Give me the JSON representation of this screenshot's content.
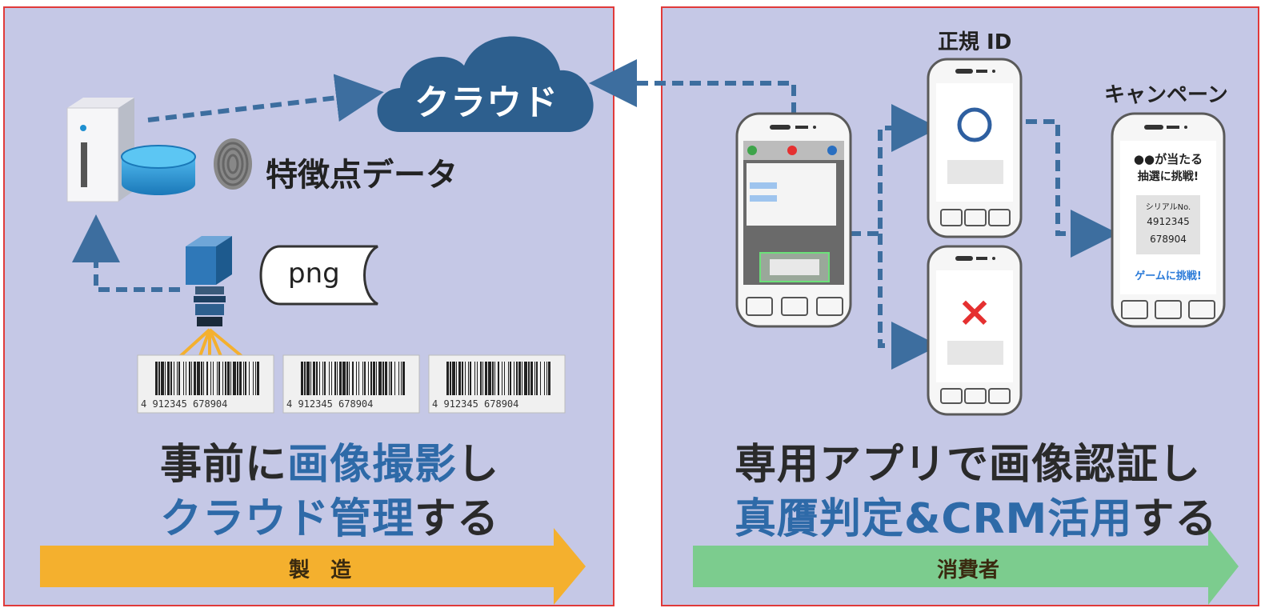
{
  "left": {
    "cloud_label": "クラウド",
    "feature_label": "特徴点データ",
    "png_label": "png",
    "headline_1": {
      "a": "事前に",
      "b": "画像撮影",
      "c": "し"
    },
    "headline_2": {
      "a": "クラウド管理",
      "b": "する"
    },
    "arrow_label": "製　造",
    "barcode_number": "4 912345 678904"
  },
  "right": {
    "genuine_title": "正規 ID",
    "campaign_title": "キャンペーン",
    "ok_mark": "○",
    "ng_mark": "×",
    "campaign": {
      "line1": "●●が当たる",
      "line2": "抽選に挑戦!",
      "serial_label": "シリアルNo.",
      "serial_1": "4912345",
      "serial_2": "678904",
      "cta": "ゲームに挑戦!"
    },
    "headline_1": "専用アプリで画像認証し",
    "headline_2": {
      "a": "真贋判定&CRM活用",
      "b": "する"
    },
    "arrow_label": "消費者"
  },
  "colors": {
    "panel_bg": "#c5c8e6",
    "border_red": "#e03a3a",
    "cloud": "#2d5f8e",
    "accent_blue": "#2e6aa8",
    "dash_blue": "#3d6e9f",
    "orange_arrow": "#f4b02e",
    "green_arrow": "#7ccc8e",
    "cylinder_blue": "#1f8fd0",
    "ng_red": "#e53030"
  }
}
